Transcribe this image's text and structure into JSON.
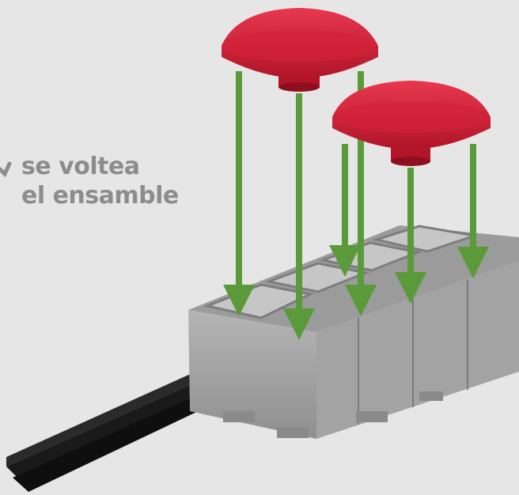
{
  "instruction": {
    "line1": "se voltea",
    "line2": "el ensamble"
  },
  "colors": {
    "background": "#e6e6e6",
    "text": "#8c8c8c",
    "button_red": "#d3223a",
    "arrow_green": "#5a9a3a",
    "block_gray": "#a9a9a9",
    "axle_black": "#111111"
  },
  "components": {
    "buttons_count": 2,
    "block_segments": 4,
    "arrows_count": 6
  }
}
